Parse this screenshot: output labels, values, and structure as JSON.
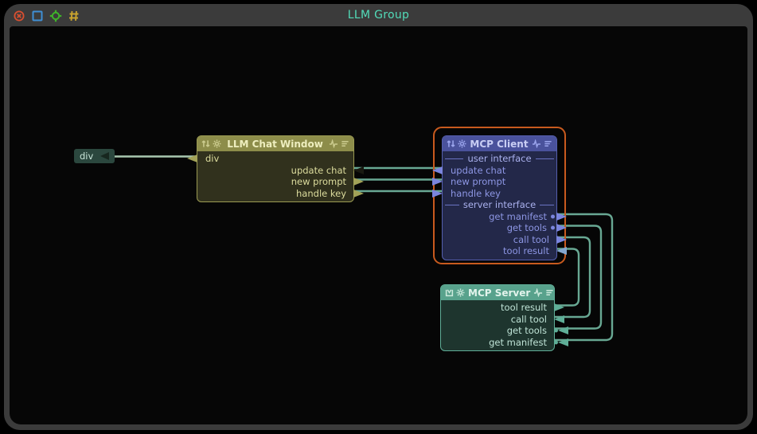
{
  "titlebar": {
    "title": "LLM Group",
    "icons": [
      "close-icon",
      "frame-icon",
      "crosshair-icon",
      "hash-icon"
    ]
  },
  "external_port": {
    "label": "div"
  },
  "nodes": {
    "chat": {
      "title": "LLM Chat Window",
      "header_icons": {
        "left": [
          "swap-vertical-icon",
          "gear-icon"
        ],
        "right": [
          "activity-icon",
          "menu-icon"
        ]
      },
      "rows": [
        {
          "label": "div",
          "side": "left",
          "port": "output-left"
        },
        {
          "label": "update chat",
          "side": "right",
          "port": "input-right"
        },
        {
          "label": "new prompt",
          "side": "right",
          "port": "output-right"
        },
        {
          "label": "handle key",
          "side": "right",
          "port": "output-right"
        }
      ]
    },
    "client": {
      "title": "MCP Client",
      "selected": true,
      "header_icons": {
        "left": [
          "swap-vertical-icon",
          "gear-icon"
        ],
        "right": [
          "activity-icon",
          "menu-icon"
        ]
      },
      "rows": [
        {
          "label": "user interface",
          "type": "section"
        },
        {
          "label": "update chat",
          "side": "left",
          "port": "output-left"
        },
        {
          "label": "new prompt",
          "side": "left",
          "port": "input-left"
        },
        {
          "label": "handle key",
          "side": "left",
          "port": "input-left"
        },
        {
          "label": "server interface",
          "type": "section"
        },
        {
          "label": "get manifest",
          "side": "right",
          "port": "output-right",
          "dot": true
        },
        {
          "label": "get tools",
          "side": "right",
          "port": "output-right",
          "dot": true
        },
        {
          "label": "call tool",
          "side": "right",
          "port": "output-right"
        },
        {
          "label": "tool result",
          "side": "right",
          "port": "input-right"
        }
      ]
    },
    "server": {
      "title": "MCP Server",
      "header_icons": {
        "left": [
          "package-icon",
          "gear-icon"
        ],
        "right": [
          "activity-icon",
          "menu-icon"
        ]
      },
      "rows": [
        {
          "label": "tool result",
          "side": "right",
          "port": "output-right"
        },
        {
          "label": "call tool",
          "side": "right",
          "port": "input-right"
        },
        {
          "label": "get tools",
          "side": "right",
          "port": "input-right",
          "dot": true
        },
        {
          "label": "get manifest",
          "side": "right",
          "port": "input-right",
          "dot": true
        }
      ]
    }
  },
  "connections": [
    {
      "from": "external div",
      "to": "LLM Chat Window.div"
    },
    {
      "from": "MCP Client.update chat",
      "to": "LLM Chat Window.update chat"
    },
    {
      "from": "LLM Chat Window.new prompt",
      "to": "MCP Client.new prompt"
    },
    {
      "from": "LLM Chat Window.handle key",
      "to": "MCP Client.handle key"
    },
    {
      "from": "MCP Client.get manifest",
      "to": "MCP Server.get manifest"
    },
    {
      "from": "MCP Client.get tools",
      "to": "MCP Server.get tools"
    },
    {
      "from": "MCP Client.call tool",
      "to": "MCP Server.call tool"
    },
    {
      "from": "MCP Server.tool result",
      "to": "MCP Client.tool result"
    }
  ],
  "colors": {
    "chrome": "#3b3b3b",
    "canvas": "#060606",
    "title-text": "#52dcb9",
    "selection": "#c85a1e",
    "wire": "#68a893",
    "wire-light": "#a8c7af",
    "chat-header": "#8d8d4a",
    "chat-body": "#31311d",
    "chat-border": "#9a9a52",
    "chat-title": "#eeeebf",
    "chat-text": "#dcdc9d",
    "chat-icons": "#cbcb8e",
    "chat-arrow": "#a2a258",
    "chat-arrow-dark": "#191911",
    "client-header": "#4a529c",
    "client-body": "#232849",
    "client-border": "#555fae",
    "client-title": "#c9cef4",
    "client-text": "#8d96e4",
    "client-section": "#aab1ee",
    "client-line": "#6a73c2",
    "client-icons": "#9aa4ec",
    "client-arrow": "#7b85de",
    "client-arrow-in": "#84a7cf",
    "server-header": "#58a28c",
    "server-body": "#1e352e",
    "server-border": "#5fae97",
    "server-title": "#e2f4ec",
    "server-text": "#bfe3d6",
    "server-icons": "#cdeadd",
    "server-arrow": "#5fae97",
    "ext-bg": "#2b473e",
    "ext-text": "#c8e4d8",
    "ext-arrow": "#17271f",
    "icon-close": "#d94f30",
    "icon-frame": "#3f8fd4",
    "icon-crosshair": "#3fb32a",
    "icon-hash": "#c9a32e"
  }
}
